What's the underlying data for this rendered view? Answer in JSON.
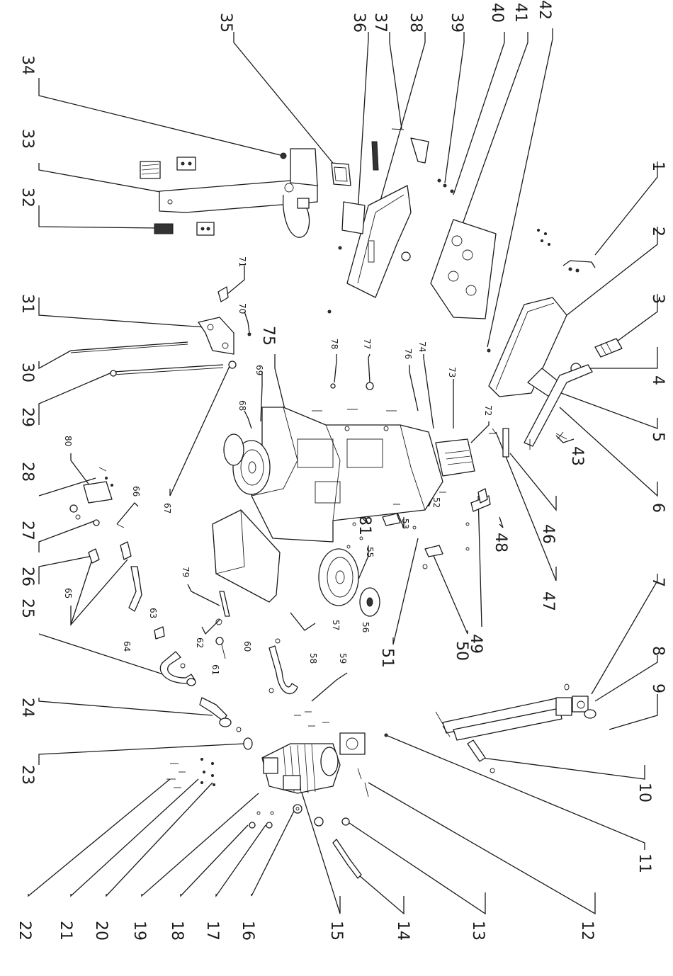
{
  "callouts_outer": [
    "1",
    "2",
    "3",
    "4",
    "5",
    "6",
    "7",
    "8",
    "9",
    "10",
    "11",
    "12",
    "13",
    "14",
    "15",
    "16",
    "17",
    "18",
    "19",
    "20",
    "21",
    "22",
    "23",
    "24",
    "25",
    "26",
    "27",
    "28",
    "29",
    "30",
    "31",
    "32",
    "33",
    "34",
    "35",
    "36",
    "37",
    "38",
    "39",
    "40",
    "41",
    "42",
    "43",
    "46",
    "47",
    "48",
    "49",
    "50",
    "51"
  ],
  "callouts_inner": [
    "52",
    "53",
    "55",
    "56",
    "57",
    "58",
    "59",
    "60",
    "61",
    "62",
    "63",
    "64",
    "65",
    "66",
    "67",
    "68",
    "69",
    "70",
    "71",
    "72",
    "73",
    "74",
    "75",
    "76",
    "77",
    "78",
    "79",
    "80",
    "81"
  ]
}
